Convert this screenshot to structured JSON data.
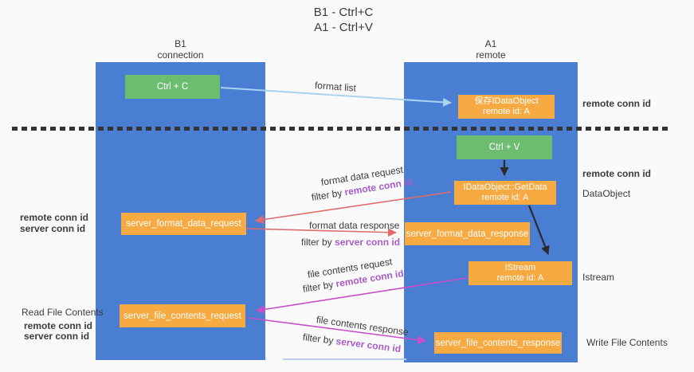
{
  "title": {
    "line1": "B1 - Ctrl+C",
    "line2": "A1 - Ctrl+V"
  },
  "lanes": {
    "left": {
      "name": "B1",
      "role": "connection"
    },
    "right": {
      "name": "A1",
      "role": "remote"
    }
  },
  "nodes": {
    "ctrl_c": {
      "label": "Ctrl + C"
    },
    "ctrl_v": {
      "label": "Ctrl + V"
    },
    "saved_dataobject": {
      "line1": "保存IDataObject",
      "line2": "remote id: A"
    },
    "getdata": {
      "line1": "IDataObject::GetData",
      "line2": "remote id: A"
    },
    "istream": {
      "line1": "IStream",
      "line2": "remote id: A"
    },
    "server_format_data_request": {
      "label": "server_format_data_request"
    },
    "server_format_data_response": {
      "label": "server_format_data_response"
    },
    "server_file_contents_request": {
      "label": "server_file_contents_request"
    },
    "server_file_contents_response": {
      "label": "server_file_contents_response"
    }
  },
  "edge_labels": {
    "format_list": "format list",
    "format_data_request": "format data request",
    "format_data_response": "format data response",
    "file_contents_request": "file contents request",
    "file_contents_response": "file contents response",
    "filter_by": "filter by ",
    "remote_conn_id": "remote conn id",
    "server_conn_id": "server conn id"
  },
  "side_labels": {
    "remote_conn_id_top": "remote conn id",
    "remote_conn_id_mid": "remote conn id",
    "dataobject": "DataObject",
    "istream": "Istream",
    "write_file_contents": "Write File Contents",
    "read_file_contents": "Read File Contents",
    "left_remote_conn_id_1": "remote conn id",
    "left_server_conn_id_1": "server conn id",
    "left_remote_conn_id_2": "remote conn id",
    "left_server_conn_id_2": "server conn id"
  },
  "colors": {
    "lane_blue": "#4a7ed3",
    "node_green": "#6dbd70",
    "node_orange": "#f7a942",
    "arrow_red": "#e06c6c",
    "arrow_magenta": "#c94fc9",
    "arrow_lightblue": "#a8d4f0",
    "arrow_black": "#2b2b2b",
    "label_purple": "#a85cc8",
    "label_green": "#5cb266"
  }
}
